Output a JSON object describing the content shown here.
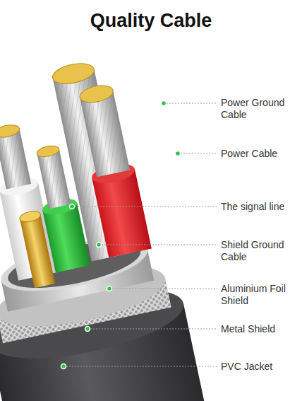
{
  "diagram": {
    "title": "Quality Cable",
    "labels": [
      "Power Ground Cable",
      "Power Cable",
      "The signal line",
      "Shield Ground Cable",
      "Aluminium Foil Shield",
      "Metal Shield",
      "PVC Jacket"
    ]
  }
}
